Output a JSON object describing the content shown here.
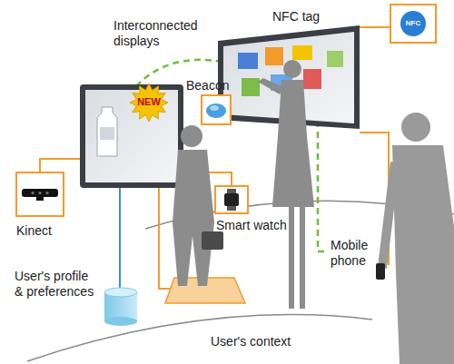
{
  "diagram": {
    "labels": [
      "Interconnected displays",
      "NFC tag",
      "NFC",
      "Beacon",
      "Mobile phone",
      "Kinect",
      "NEW",
      "Smart watch",
      "User's profile & preferences",
      "User's context"
    ]
  }
}
